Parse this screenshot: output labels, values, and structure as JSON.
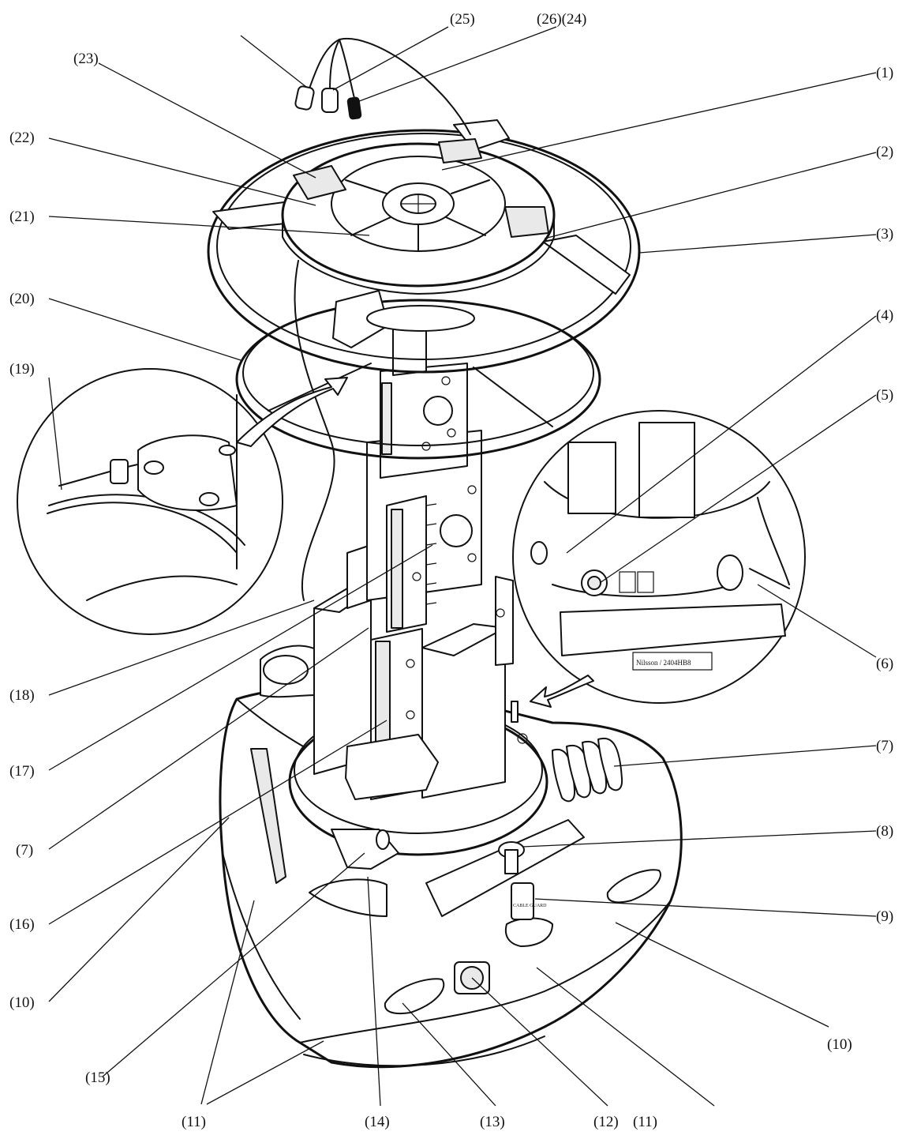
{
  "diagram": {
    "callouts": [
      {
        "id": "c-none",
        "label": ""
      },
      {
        "id": "c25",
        "label": "(25)"
      },
      {
        "id": "c2624",
        "label": "(26)(24)"
      },
      {
        "id": "c23",
        "label": "(23)"
      },
      {
        "id": "c1",
        "label": "(1)"
      },
      {
        "id": "c22",
        "label": "(22)"
      },
      {
        "id": "c2",
        "label": "(2)"
      },
      {
        "id": "c21",
        "label": "(21)"
      },
      {
        "id": "c3",
        "label": "(3)"
      },
      {
        "id": "c20",
        "label": "(20)"
      },
      {
        "id": "c4",
        "label": "(4)"
      },
      {
        "id": "c19",
        "label": "(19)"
      },
      {
        "id": "c5",
        "label": "(5)"
      },
      {
        "id": "c6",
        "label": "(6)"
      },
      {
        "id": "c18",
        "label": "(18)"
      },
      {
        "id": "c7r",
        "label": "(7)"
      },
      {
        "id": "c17",
        "label": "(17)"
      },
      {
        "id": "c7l",
        "label": "(7)"
      },
      {
        "id": "c8",
        "label": "(8)"
      },
      {
        "id": "c16",
        "label": "(16)"
      },
      {
        "id": "c9",
        "label": "(9)"
      },
      {
        "id": "c10l",
        "label": "(10)"
      },
      {
        "id": "c10r",
        "label": "(10)"
      },
      {
        "id": "c15",
        "label": "(15)"
      },
      {
        "id": "c11l",
        "label": "(11)"
      },
      {
        "id": "c14",
        "label": "(14)"
      },
      {
        "id": "c13",
        "label": "(13)"
      },
      {
        "id": "c12",
        "label": "(12)"
      },
      {
        "id": "c11r",
        "label": "(11)"
      }
    ],
    "stickers": {
      "model_plate": "Nilsson / 2404HB8",
      "cable_guard": "CABLE GUARD"
    }
  }
}
